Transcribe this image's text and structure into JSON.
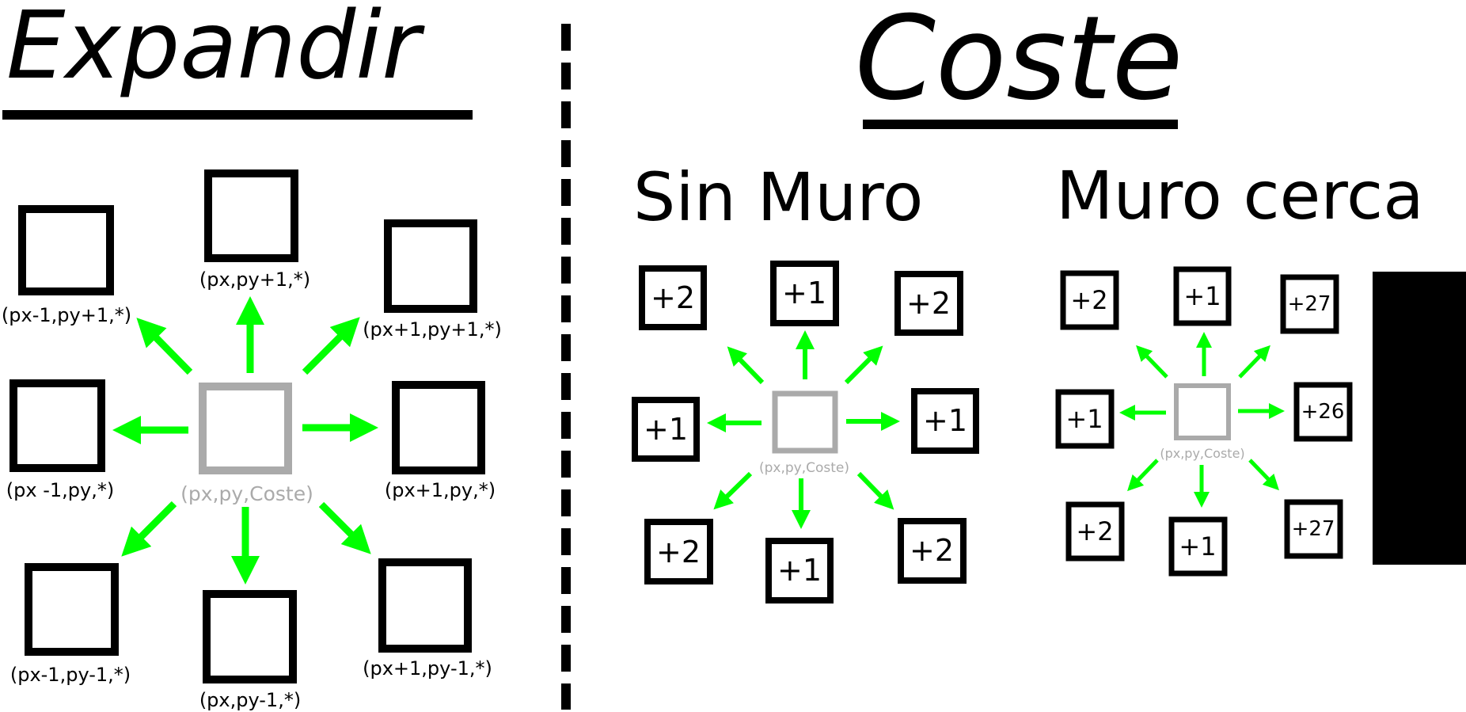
{
  "colors": {
    "arrow": "#00ff00",
    "center": "#aaaaaa",
    "box": "#000000",
    "wall": "#000000"
  },
  "expandir": {
    "title": "Expandir",
    "center_label": "(px,py,Coste)",
    "labels": {
      "n": "(px,py+1,*)",
      "nw": "(px-1,py+1,*)",
      "ne": "(px+1,py+1,*)",
      "w": "(px -1,py,*)",
      "e": "(px+1,py,*)",
      "sw": "(px-1,py-1,*)",
      "s": "(px,py-1,*)",
      "se": "(px+1,py-1,*)"
    }
  },
  "coste": {
    "title": "Coste",
    "sin_muro": {
      "title": "Sin Muro",
      "center_label": "(px,py,Coste)",
      "costs": {
        "nw": "+2",
        "n": "+1",
        "ne": "+2",
        "w": "+1",
        "e": "+1",
        "sw": "+2",
        "s": "+1",
        "se": "+2"
      }
    },
    "muro_cerca": {
      "title": "Muro cerca",
      "center_label": "(px,py,Coste)",
      "costs": {
        "nw": "+2",
        "n": "+1",
        "ne": "+27",
        "w": "+1",
        "e": "+26",
        "sw": "+2",
        "s": "+1",
        "se": "+27"
      }
    }
  }
}
